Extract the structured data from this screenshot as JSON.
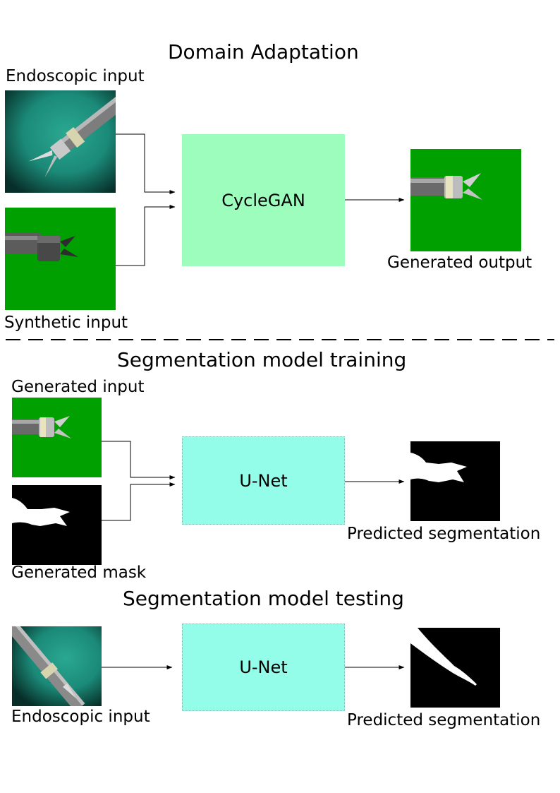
{
  "colors": {
    "cyclegan_box": "#9dfdbd",
    "unet_box": "#93fde9",
    "green_bg": "#00a000",
    "endoscopic_bg": "#1b8a78",
    "mask_bg": "#000000"
  },
  "sections": {
    "domain_adaptation": {
      "title": "Domain Adaptation",
      "endoscopic_label": "Endoscopic input",
      "synthetic_label": "Synthetic input",
      "model": "CycleGAN",
      "output_label": "Generated output"
    },
    "training": {
      "title": "Segmentation model training",
      "generated_input_label": "Generated input",
      "generated_mask_label": "Generated mask",
      "model": "U-Net",
      "output_label": "Predicted segmentation"
    },
    "testing": {
      "title": "Segmentation model testing",
      "input_label": "Endoscopic input",
      "model": "U-Net",
      "output_label": "Predicted segmentation"
    }
  }
}
